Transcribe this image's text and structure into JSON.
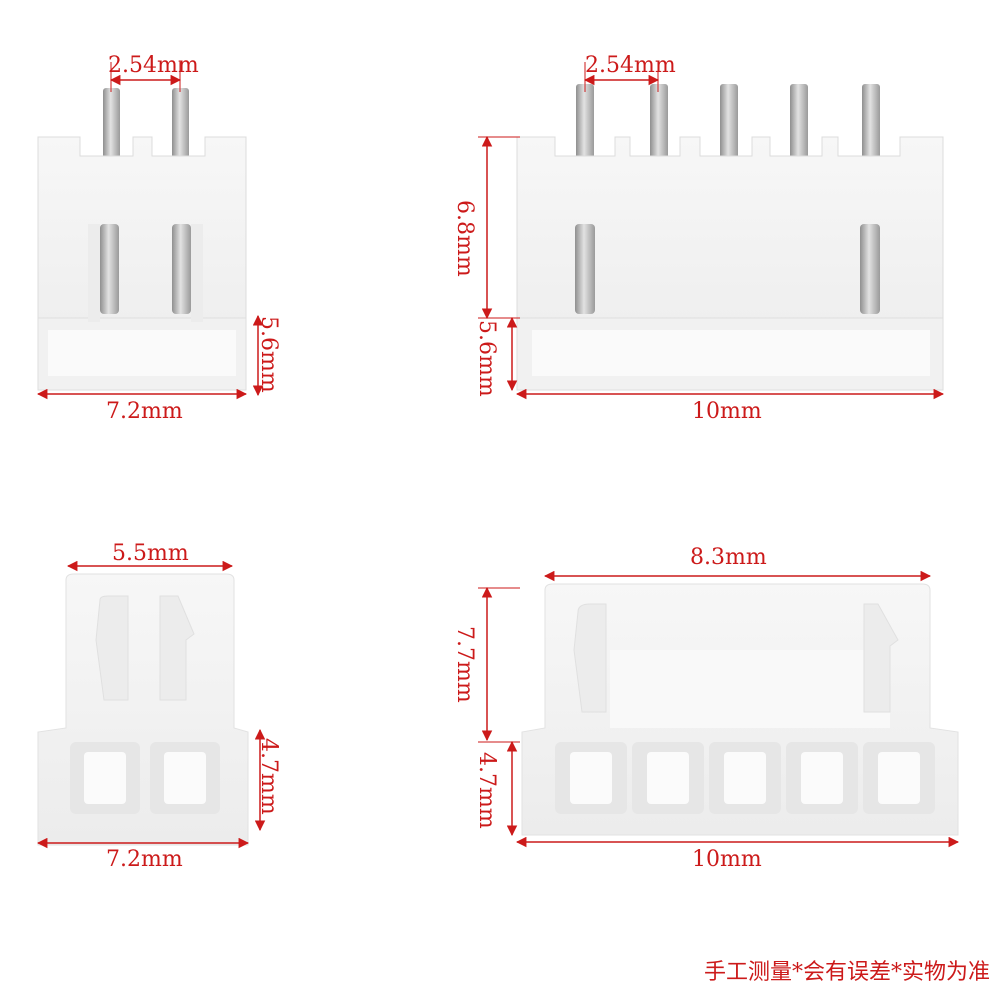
{
  "colors": {
    "annotation": "#cc1a1a",
    "housing": "#f3f3f3",
    "housing_shadow": "#dedede",
    "pin": "#b9b9b9",
    "background": "#ffffff"
  },
  "panels": {
    "header_2pin": {
      "pitch_label": "2.54mm",
      "height_label": "5.6mm",
      "width_label": "7.2mm"
    },
    "header_5pin": {
      "pitch_label": "2.54mm",
      "body_height_label": "6.8mm",
      "height_label": "5.6mm",
      "width_label": "10mm"
    },
    "housing_2pin": {
      "top_width_label": "5.5mm",
      "height_label": "4.7mm",
      "width_label": "7.2mm"
    },
    "housing_5pin": {
      "top_width_label": "8.3mm",
      "body_height_label": "7.7mm",
      "height_label": "4.7mm",
      "width_label": "10mm"
    }
  },
  "footer_note": "手工测量*会有误差*实物为准"
}
